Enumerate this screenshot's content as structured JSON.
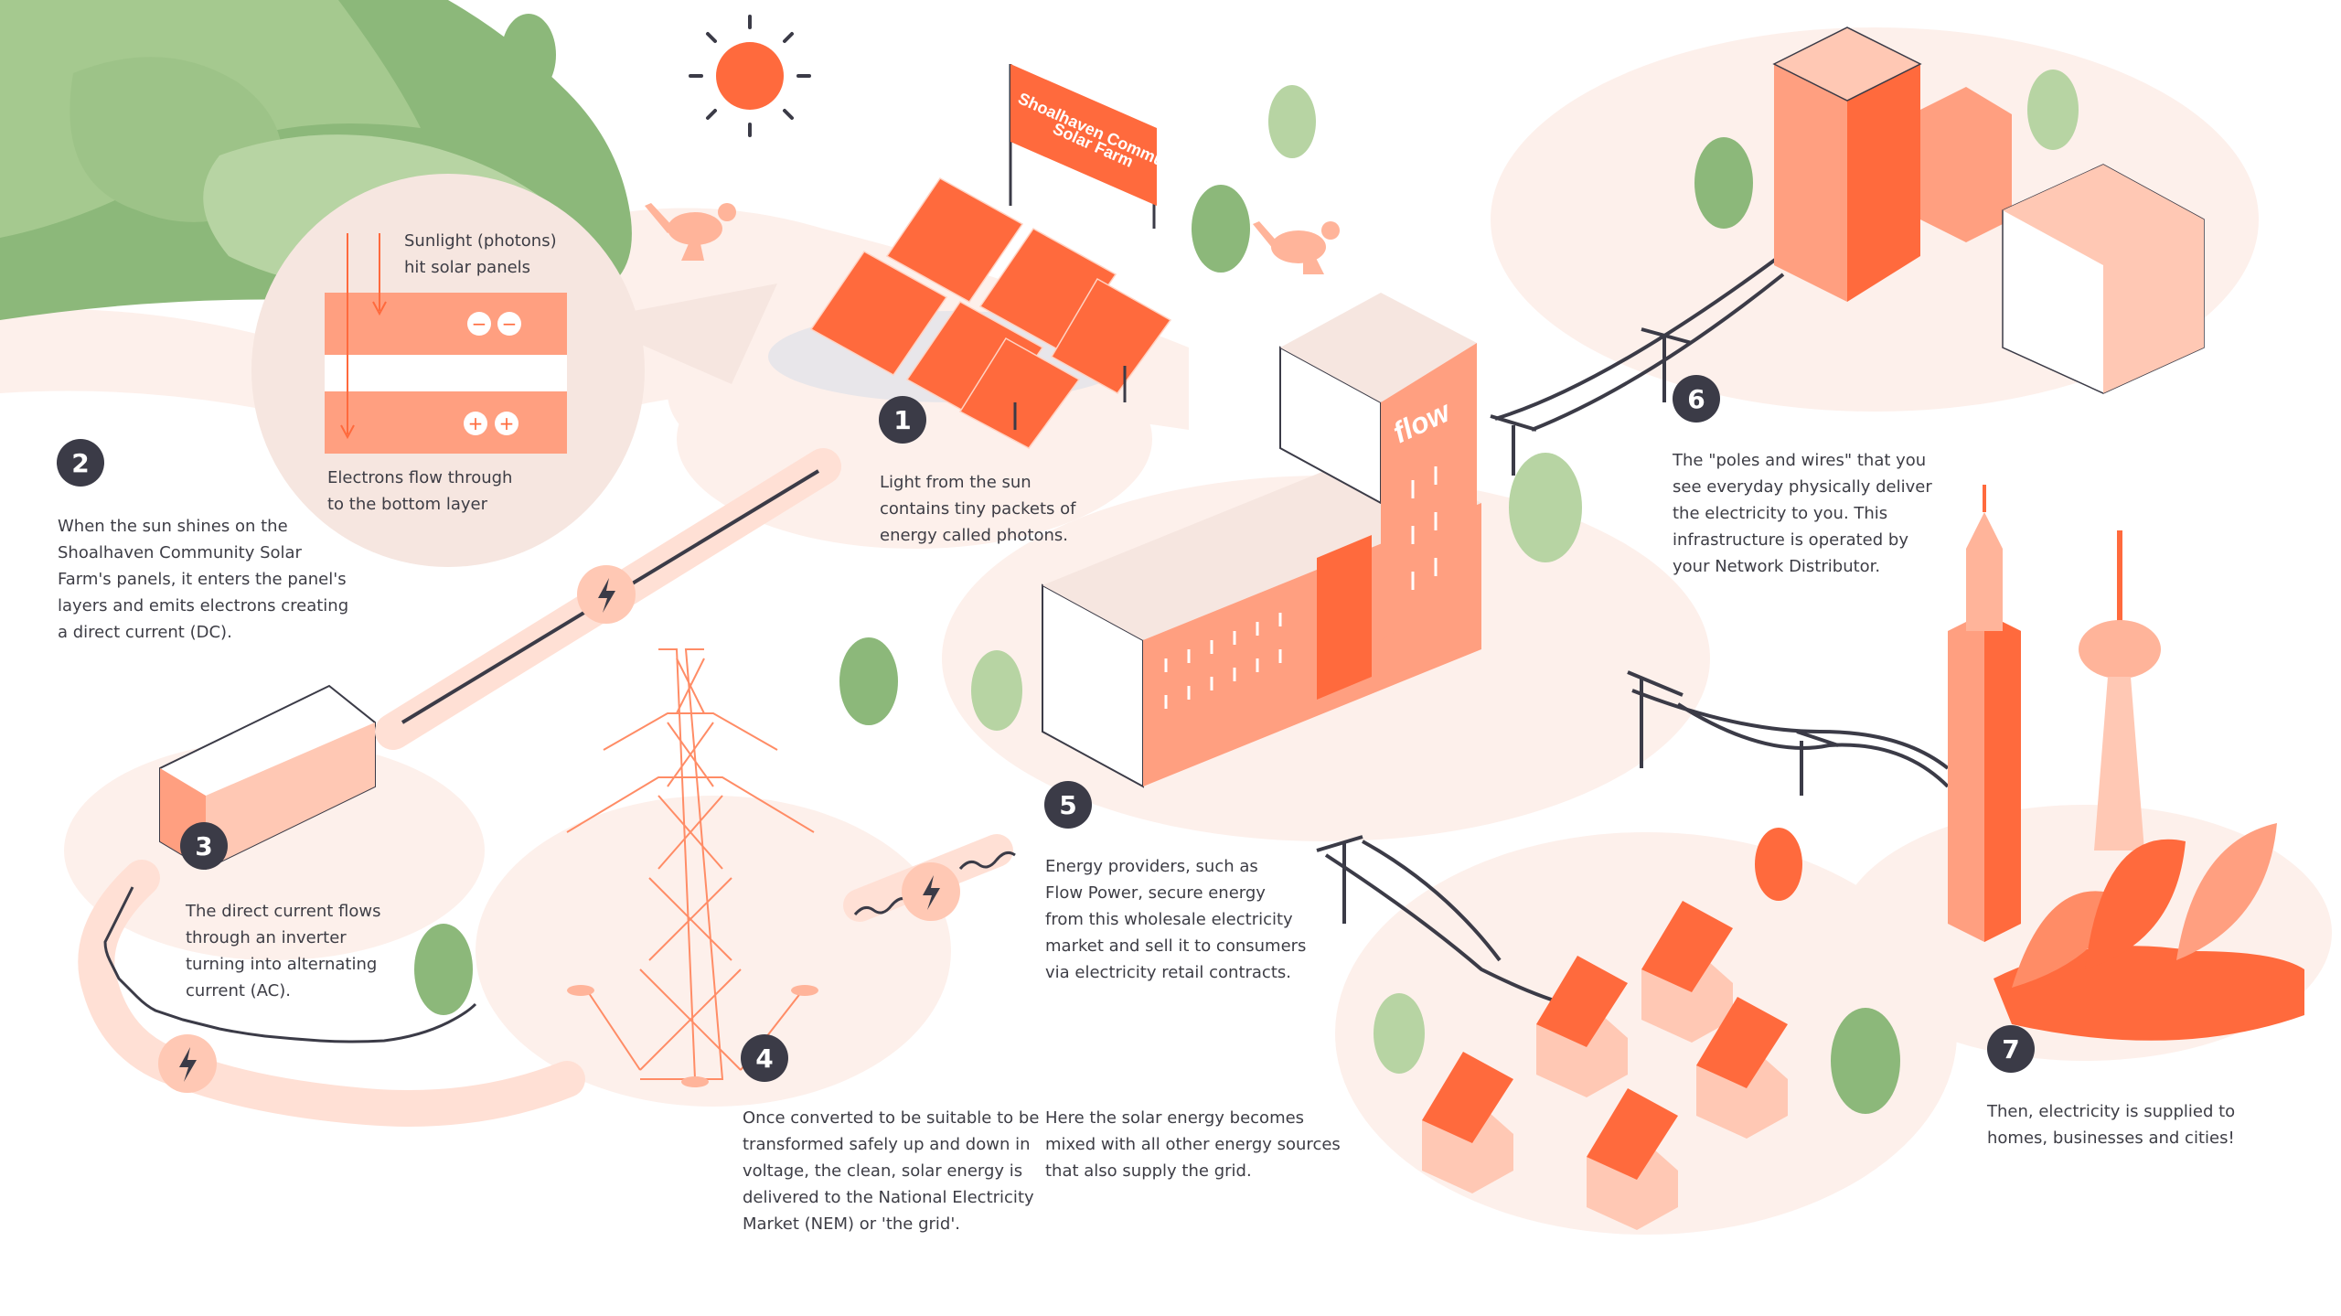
{
  "sign": {
    "line1": "Shoalhaven Community",
    "line2": "Solar Farm"
  },
  "building_logo": "flow",
  "callout": {
    "top": "Sunlight (photons)\nhit solar panels",
    "bottom": "Electrons flow through\nto the bottom layer",
    "minus_symbol": "−",
    "plus_symbol": "+"
  },
  "steps": [
    {
      "number": "1",
      "text": "Light from the sun\n contains tiny packets of\n energy called photons."
    },
    {
      "number": "2",
      "text": "When the sun shines on the\nShoalhaven Community Solar\nFarm's panels, it enters the panel's\nlayers and emits electrons creating\na direct current (DC)."
    },
    {
      "number": "3",
      "text": "The direct current flows\nthrough an inverter\nturning into alternating\ncurrent (AC)."
    },
    {
      "number": "4",
      "text": "Once converted to be suitable to be\ntransformed safely up and down in\nvoltage, the clean, solar energy is\ndelivered to the National Electricity\nMarket (NEM) or 'the grid'."
    },
    {
      "number": "5",
      "text": "Energy providers, such as\nFlow Power, secure energy\nfrom this wholesale electricity\nmarket and sell it to consumers\nvia electricity retail contracts."
    },
    {
      "number": "6",
      "text": "The \"poles and wires\" that you\nsee everyday physically deliver\nthe electricity to you. This\ninfrastructure is operated by\nyour Network Distributor."
    },
    {
      "number": "7",
      "text": "Then, electricity is supplied to\nhomes, businesses and cities!"
    }
  ],
  "nem_text": "Here the solar energy becomes\nmixed with all other energy sources\nthat also supply the grid.",
  "icons": [
    "sun-icon",
    "lightning-icon",
    "tree-icon",
    "kangaroo-icon",
    "transmission-tower-icon",
    "house-icon",
    "power-line-icon"
  ],
  "colors": {
    "orange": "#ff6a3d",
    "peach": "#ffb49a",
    "light_peach": "#fdeee8",
    "green": "#8cb87a",
    "dark": "#3b3b47"
  }
}
